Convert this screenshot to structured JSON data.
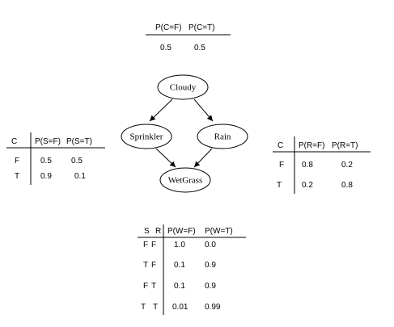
{
  "nodes": {
    "cloudy": "Cloudy",
    "sprinkler": "Sprinkler",
    "rain": "Rain",
    "wetgrass": "WetGrass"
  },
  "cpt_cloudy": {
    "headers": [
      "P(C=F)",
      "P(C=T)"
    ],
    "row": [
      "0.5",
      "0.5"
    ]
  },
  "cpt_sprinkler": {
    "parent_header": "C",
    "headers": [
      "P(S=F)",
      "P(S=T)"
    ],
    "rows": [
      {
        "parent": "F",
        "values": [
          "0.5",
          "0.5"
        ]
      },
      {
        "parent": "T",
        "values": [
          "0.9",
          "0.1"
        ]
      }
    ]
  },
  "cpt_rain": {
    "parent_header": "C",
    "headers": [
      "P(R=F)",
      "P(R=T)"
    ],
    "rows": [
      {
        "parent": "F",
        "values": [
          "0.8",
          "0.2"
        ]
      },
      {
        "parent": "T",
        "values": [
          "0.2",
          "0.8"
        ]
      }
    ]
  },
  "cpt_wetgrass": {
    "parent_headers": [
      "S",
      "R"
    ],
    "headers": [
      "P(W=F)",
      "P(W=T)"
    ],
    "rows": [
      {
        "parents": [
          "F",
          "F"
        ],
        "values": [
          "1.0",
          "0.0"
        ]
      },
      {
        "parents": [
          "T",
          "F"
        ],
        "values": [
          "0.1",
          "0.9"
        ]
      },
      {
        "parents": [
          "F",
          "T"
        ],
        "values": [
          "0.1",
          "0.9"
        ]
      },
      {
        "parents": [
          "T",
          "T"
        ],
        "values": [
          "0.01",
          "0.99"
        ]
      }
    ]
  }
}
